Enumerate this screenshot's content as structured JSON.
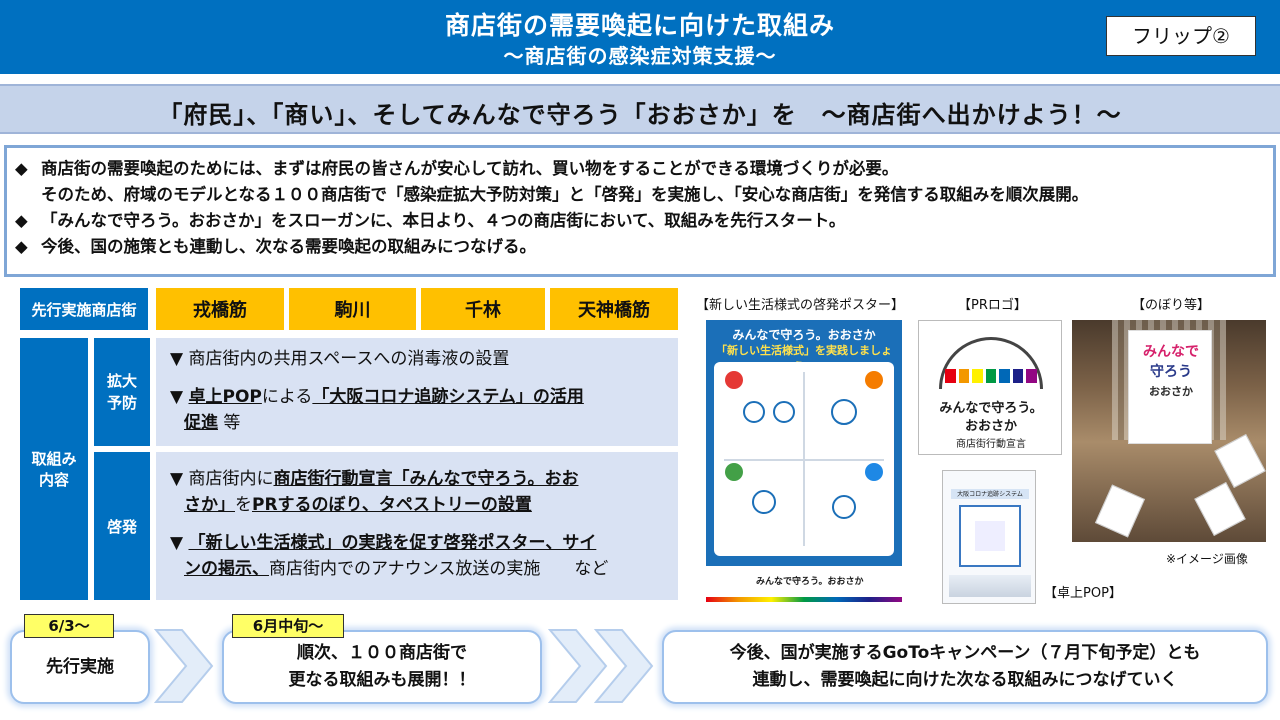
{
  "header": {
    "title": "商店街の需要喚起に向けた取組み",
    "subtitle": "～商店街の感染症対策支援～",
    "flip_label": "フリップ②"
  },
  "slogan": "「府民」、「商い」、そしてみんなで守ろう「おおさか」を　～商店街へ出かけよう！～",
  "bullets": [
    {
      "marker": "◆",
      "text": "商店街の需要喚起のためには、まずは府民の皆さんが安心して訪れ、買い物をすることができる環境づくりが必要。"
    },
    {
      "marker": "",
      "text": "そのため、府域のモデルとなる１００商店街で「感染症拡大予防対策」と「啓発」を実施し、「安心な商店街」を発信する取組みを順次展開。"
    },
    {
      "marker": "◆",
      "text": "「みんなで守ろう。おおさか」をスローガンに、本日より、４つの商店街において、取組みを先行スタート。"
    },
    {
      "marker": "◆",
      "text": "今後、国の施策とも連動し、次なる需要喚起の取組みにつなげる。"
    }
  ],
  "table": {
    "header_label": "先行実施商店街",
    "shopping_streets": [
      "戎橋筋",
      "駒川",
      "千林",
      "天神橋筋"
    ],
    "side_label_line1": "取組み",
    "side_label_line2": "内容",
    "rows": {
      "prevention": {
        "label_line1": "拡大",
        "label_line2": "予防",
        "item1": "▼ 商店街内の共用スペースへの消毒液の設置",
        "item2_marker": "▼",
        "item2_pop": "卓上POP",
        "item2_mid": "による",
        "item2_link": "「大阪コロナ追跡システム」の活用",
        "item2_link2": "促進",
        "item2_end": "等"
      },
      "awareness": {
        "label": "啓発",
        "item1_marker": "▼",
        "item1_pre": "商店街内に",
        "item1_u1": "商店街行動宣言「みんなで守ろう。おお",
        "item1_u2": "さか」",
        "item1_mid": "を",
        "item1_u3": "PRするのぼり、タペストリーの設置",
        "item2_marker": "▼",
        "item2_u1": "「新しい生活様式」の実践を促す啓発ポスター、サイ",
        "item2_u2": "ンの掲示、",
        "item2_end": "商店街内でのアナウンス放送の実施　　など"
      }
    }
  },
  "images": {
    "poster_caption": "【新しい生活様式の啓発ポスター】",
    "poster_line1": "みんなで守ろう。おおさか",
    "poster_line2": "「新しい生活様式」を実践しましょう。",
    "poster_footer": "みんなで守ろう。おおさか",
    "logo_caption": "【PRロゴ】",
    "logo_line1": "みんなで守ろう。",
    "logo_line2": "おおさか",
    "logo_line3": "商店街行動宣言",
    "pop_caption": "【卓上POP】",
    "pop_head": "大阪コロナ追跡システム",
    "nobori_caption": "【のぼり等】",
    "nobori_line1": "みんなで",
    "nobori_line2": "守ろう",
    "nobori_line3": "おおさか",
    "image_note": "※イメージ画像"
  },
  "timeline": {
    "step1_tag": "6/3～",
    "step1_text": "先行実施",
    "step2_tag": "6月中旬～",
    "step2_line1": "順次、１００商店街で",
    "step2_line2": "更なる取組みも展開！！",
    "step3_line1": "今後、国が実施するGoToキャンペーン（７月下旬予定）とも",
    "step3_line2": "連動し、需要喚起に向けた次なる取組みにつなげていく"
  },
  "colors": {
    "brand_blue": "#0070c0",
    "highlight_yellow": "#ffc000",
    "light_blue": "#d9e2f3"
  }
}
